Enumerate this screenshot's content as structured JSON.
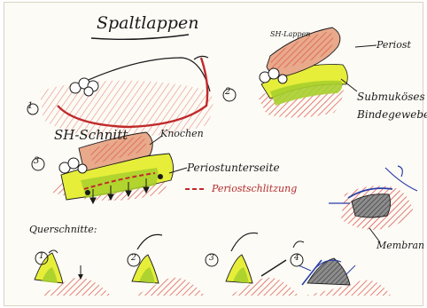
{
  "sheet": {
    "title": "Spaltlappen",
    "step_numbers": [
      "1",
      "2",
      "3"
    ],
    "section_numbers": [
      "1",
      "2",
      "3",
      "4"
    ],
    "labels": {
      "sh_lappen": "SH-Lappen",
      "periost": "Periost",
      "submukoeses": "Submuköses",
      "bindegewebe": "Bindegewebe",
      "sh_schnitt": "SH-Schnitt",
      "knochen": "Knochen",
      "periostunterseite": "Periostunterseite",
      "periostschlitzung": "Periostschlitzung",
      "querschnitte": "Querschnitte:",
      "membran": "Membran"
    },
    "colors": {
      "gingiva": "#e9a98b",
      "hatch_red": "#d2322a",
      "mucosa_yellow": "#e6ee3a",
      "periost_green": "#a8cf2e",
      "bone_gray": "#8d8d8d",
      "ink": "#1a1a1a",
      "membrane_blue": "#2a3ea8"
    }
  }
}
